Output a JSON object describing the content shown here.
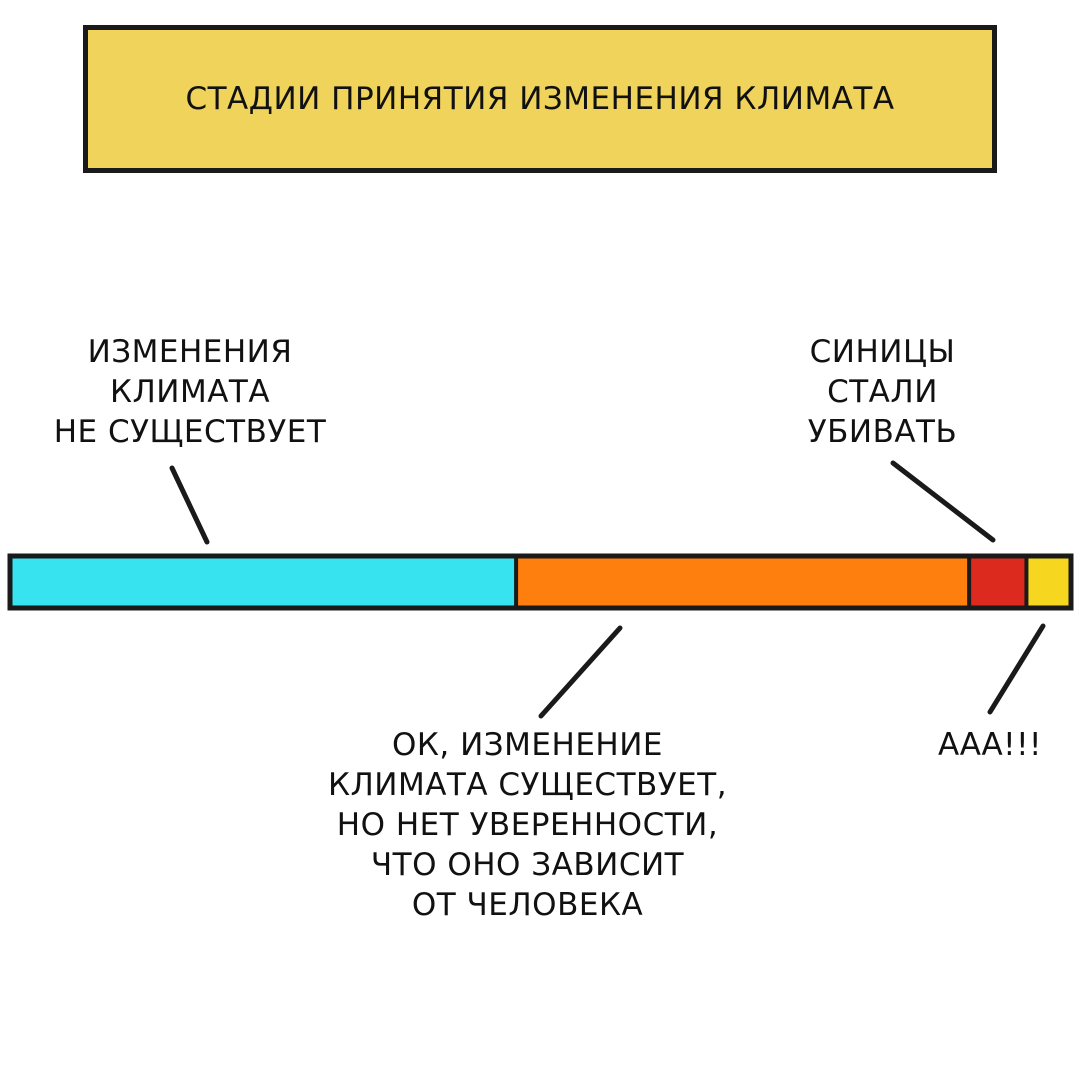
{
  "title": "СТАДИИ ПРИНЯТИЯ ИЗМЕНЕНИЯ КЛИМАТА",
  "colors": {
    "title_bg": "#f0d35a",
    "outline": "#1a1a1a",
    "stage_1": "#36e3ee",
    "stage_2": "#ff7f0e",
    "stage_3": "#dd2a1e",
    "stage_4": "#f7d61f"
  },
  "stages": [
    {
      "lines": [
        "ИЗМЕНЕНИЯ",
        "КЛИМАТА",
        "НЕ СУЩЕСТВУЕТ"
      ],
      "share": 0.477,
      "color": "#36e3ee"
    },
    {
      "lines": [
        "ОК, ИЗМЕНЕНИЕ",
        "КЛИМАТА СУЩЕСТВУЕТ,",
        "НО НЕТ УВЕРЕННОСТИ,",
        "ЧТО ОНО ЗАВИСИТ",
        "ОТ ЧЕЛОВЕКА"
      ],
      "share": 0.427,
      "color": "#ff7f0e"
    },
    {
      "lines": [
        "СИНИЦЫ",
        "СТАЛИ",
        "УБИВАТЬ"
      ],
      "share": 0.054,
      "color": "#dd2a1e"
    },
    {
      "lines": [
        "ААА!!!"
      ],
      "share": 0.042,
      "color": "#f7d61f"
    }
  ]
}
